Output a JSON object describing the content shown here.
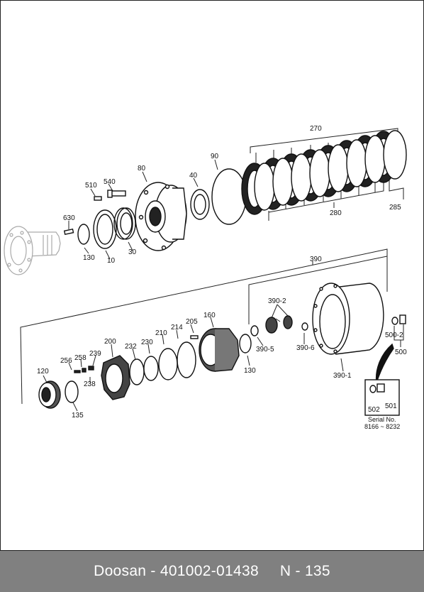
{
  "labels": {
    "p270": "270",
    "p280": "280",
    "p285": "285",
    "p90": "90",
    "p80": "80",
    "p40": "40",
    "p510": "510",
    "p540": "540",
    "p630": "630",
    "p130a": "130",
    "p10": "10",
    "p30": "30",
    "p390": "390",
    "p390_2": "390-2",
    "p160": "160",
    "p205": "205",
    "p214": "214",
    "p210": "210",
    "p230": "230",
    "p232": "232",
    "p200": "200",
    "p239": "239",
    "p258": "258",
    "p256": "256",
    "p238": "238",
    "p120": "120",
    "p135": "135",
    "p130b": "130",
    "p390_5": "390-5",
    "p390_6": "390-6",
    "p390_1": "390-1",
    "p500_2": "500-2",
    "p500": "500",
    "p502": "502",
    "p501": "501"
  },
  "serial": {
    "title": "Serial No.",
    "range": "8166 ~ 8232"
  },
  "footer": {
    "brand_part": "Doosan - 401002-01438",
    "page": "N - 135"
  }
}
